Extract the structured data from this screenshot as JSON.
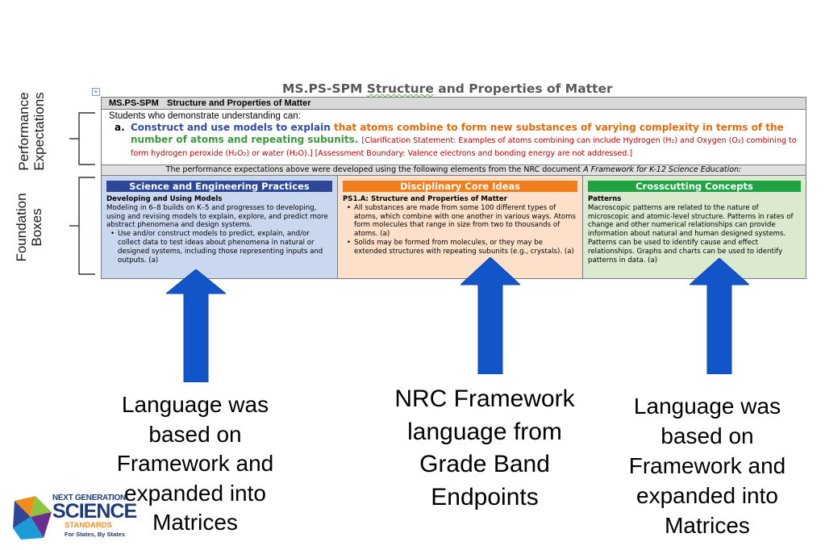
{
  "side_labels": {
    "performance": [
      "Performance",
      "Expectations"
    ],
    "foundation": [
      "Foundation",
      "Boxes"
    ]
  },
  "document": {
    "title_prefix": "MS.PS-SPM",
    "title_underlined": "Structure",
    "title_suffix": "and Properties of Matter",
    "header_code": "MS.PS-SPM",
    "header_title": "Structure and Properties of Matter",
    "intro": "Students who demonstrate understanding can:",
    "pe_marker": "a.",
    "pe_blue": "Construct and use models to explain",
    "pe_orange": "that atoms combine to form new substances of varying complexity in terms of the",
    "pe_green": "number of atoms and repeating subunits.",
    "pe_clarification": "[Clarification Statement: Examples of atoms combining can include Hydrogen (H₂) and Oxygen (O₂) combining to form hydrogen peroxide (H₂O₂) or water (H₂O).] [Assessment Boundary: Valence electrons and bonding energy are not addressed.]",
    "separator_text": "The performance expectations above were developed using the following elements from the NRC document",
    "separator_italic": "A Framework for K-12 Science Education:",
    "foundation_boxes": {
      "sep": {
        "banner": "Science and Engineering Practices",
        "subtitle": "Developing and Using Models",
        "text": "Modeling in 6–8 builds on K–5 and progresses to developing, using and revising models to explain, explore, and predict more abstract phenomena and design systems.",
        "bullets": [
          "Use and/or construct models to predict, explain, and/or collect data to test ideas about phenomena in natural or designed systems, including those representing inputs and outputs. (a)"
        ]
      },
      "dci": {
        "banner": "Disciplinary Core Ideas",
        "subtitle": "PS1.A:  Structure and Properties of Matter",
        "bullets": [
          "All substances are made from some 100 different types of atoms, which combine with one another in various ways. Atoms form molecules that range in size from two to thousands of atoms. (a)",
          "Solids may be formed from molecules, or they may be extended structures with repeating subunits (e.g., crystals). (a)"
        ]
      },
      "cc": {
        "banner": "Crosscutting Concepts",
        "subtitle": "Patterns",
        "text": "Macroscopic patterns are related to the nature of microscopic and atomic-level structure. Patterns in rates of change and other numerical relationships can provide information about natural and human designed systems. Patterns can be used to identify cause and effect relationships. Graphs and charts can be used to identify patterns in data. (a)"
      }
    }
  },
  "captions": {
    "left": [
      "Language was",
      "based on",
      "Framework and",
      "expanded into",
      "Matrices"
    ],
    "middle": [
      "NRC Framework",
      "language from",
      "Grade Band",
      "Endpoints"
    ],
    "right": [
      "Language was",
      "based on",
      "Framework and",
      "expanded into",
      "Matrices"
    ]
  },
  "logo": {
    "line1": "NEXT GENERATION",
    "line2": "SCIENCE",
    "line3": "STANDARDS",
    "line4": "For States, By States"
  },
  "colors": {
    "arrow": "#1155c8",
    "sep_banner": "#2e4797",
    "dci_banner": "#f07e1c",
    "cc_banner": "#1fa343"
  }
}
